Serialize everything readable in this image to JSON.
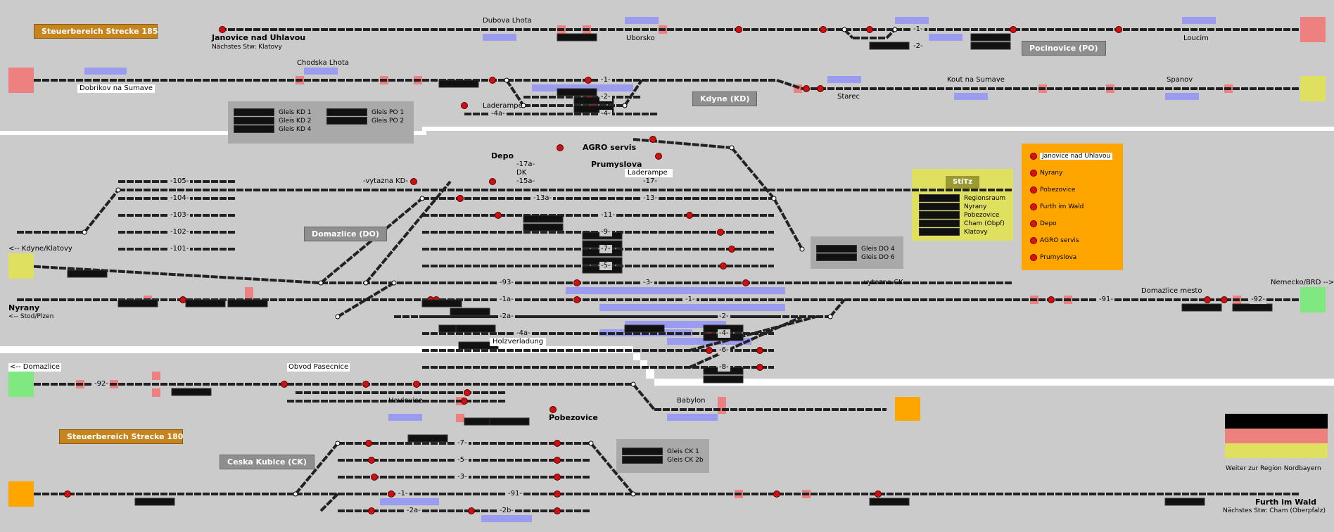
{
  "titles": {
    "strecke185": "Steuerbereich Strecke 185",
    "strecke180": "Steuerbereich Strecke 180"
  },
  "stations": {
    "janovice": "Janovice nad Uhlavou",
    "janovice_next": "Nächstes Stw: Klatovy",
    "dubova_lhota": "Dubova Lhota",
    "uborsko": "Uborsko",
    "pocinovice": "Pocinovice (PO)",
    "loucim": "Loucim",
    "chodska_lhota": "Chodska Lhota",
    "dobrikov": "Dobrikov na Sumave",
    "laderampe1": "Laderampe",
    "kdyne": "Kdyne (KD)",
    "starec": "Starec",
    "kout": "Kout na Sumave",
    "spanov": "Spanov",
    "depo": "Depo",
    "dk": "DK",
    "agro": "AGRO servis",
    "prumyslova": "Prumyslova",
    "laderampe2": "Laderampe",
    "vytazna_kd": "-vytazna KD-",
    "domazlice": "Domazlice (DO)",
    "kdyne_klatovy": "<-- Kdyne/Klatovy",
    "nyrany": "Nyrany",
    "stod_plzen": "<-- Stod/Plzen",
    "vytazna_ck": "-vytazna CK-",
    "nemecko": "Nemecko/BRD -->",
    "domazlice_mesto": "Domazlice mesto",
    "holzverladung": "Holzverladung",
    "domazlice_left": "<-- Domazlice",
    "obvod": "Obvod Pasecnice",
    "havlovice": "Havlovice",
    "pobezovice": "Pobezovice",
    "babylon": "Babylon",
    "ceska_kubice": "Ceska Kubice (CK)",
    "furth": "Furth im Wald",
    "furth_next": "Nächstes Stw: Cham (Oberpfalz)",
    "weiter": "Weiter zur Region Nordbayern"
  },
  "track_labels": {
    "kd1": "-1-",
    "kd2": "-2-",
    "kd4": "-4-",
    "kd4a": "-4a-",
    "po1": "-1-",
    "po2": "-2-",
    "do105": "-105-",
    "do104": "-104-",
    "do103": "-103-",
    "do102": "-102-",
    "do101": "-101-",
    "do17a": "-17a-",
    "do15a": "-15a-",
    "do13a": "-13a-",
    "do17": "-17-",
    "do13": "-13-",
    "do11": "-11-",
    "do9": "-9-",
    "do7": "-7-",
    "do5": "-5-",
    "do93": "-93-",
    "do3": "-3-",
    "do1a": "-1a-",
    "do1": "-1-",
    "do2a": "-2a-",
    "do2": "-2-",
    "do4a": "-4a-",
    "do4": "-4-",
    "do6": "-6-",
    "do8": "-8-",
    "t91": "-91-",
    "t92": "-92-",
    "t92b": "-92-",
    "ck7": "-7-",
    "ck5": "-5-",
    "ck3": "-3-",
    "ck1": "-1-",
    "ck91": "-91-",
    "ck2a": "-2a-",
    "ck2b": "-2b-"
  },
  "panels": {
    "kd": [
      "Gleis KD 1",
      "Gleis KD 2",
      "Gleis KD 4"
    ],
    "po": [
      "Gleis PO 1",
      "Gleis PO 2"
    ],
    "do": [
      "Gleis DO 4",
      "Gleis DO 6"
    ],
    "ck": [
      "Gleis CK 1",
      "Gleis CK 2b"
    ],
    "stitz_title": "StiTz",
    "stitz": [
      "Regionsraum",
      "Nyrany",
      "Pobezovice",
      "Cham (Obpf)",
      "Klatovy"
    ],
    "legend": [
      "Janovice nad Uhlavou",
      "Nyrany",
      "Pobezovice",
      "Furth im Wald",
      "Depo",
      "AGRO servis",
      "Prumyslova"
    ]
  },
  "colors": {
    "background": "#cbcbcb",
    "track": "#222222",
    "signal_red": "#d01010",
    "occupied_blue": "#9b9bf0",
    "block_red": "#ee8080",
    "exit_green": "#80e880",
    "exit_yellow": "#e0e060",
    "exit_orange": "#ffa500",
    "header_box": "#c5841d",
    "station_box": "#8e8e8e",
    "legend_panel": "#ffa500",
    "stitz_panel": "#e0e060"
  },
  "icons": [
    "signal-icon",
    "switch-icon",
    "train-display-icon",
    "flag-icon"
  ]
}
